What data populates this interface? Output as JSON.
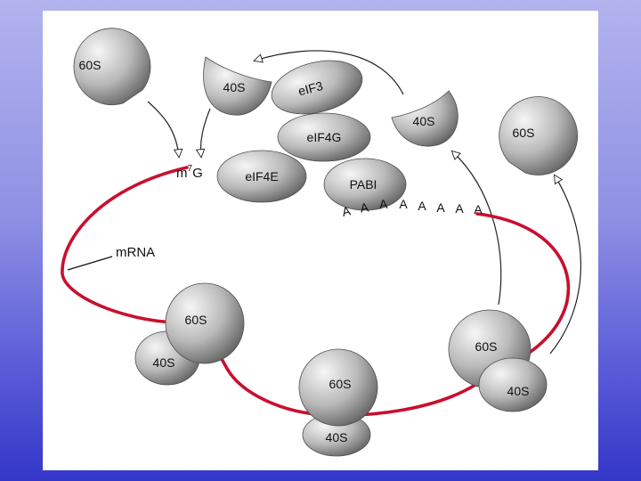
{
  "labels": {
    "ribosome_60s": "60S",
    "ribosome_40s": "40S",
    "eif3": "eIF3",
    "eif4g": "eIF4G",
    "eif4e": "eIF4E",
    "pabi": "PABI",
    "cap_base": "m",
    "cap_sup": "7",
    "cap_g": "G",
    "mrna": "mRNA",
    "poly_a": [
      "A",
      "A",
      "A",
      "A",
      "A",
      "A",
      "A",
      "A"
    ]
  },
  "colors": {
    "background_top": "#b3b3ee",
    "background_bottom": "#3436c8",
    "mrna": "#c8102e",
    "protein_light": "#f4f4f4",
    "protein_dark": "#6a6a6a"
  }
}
